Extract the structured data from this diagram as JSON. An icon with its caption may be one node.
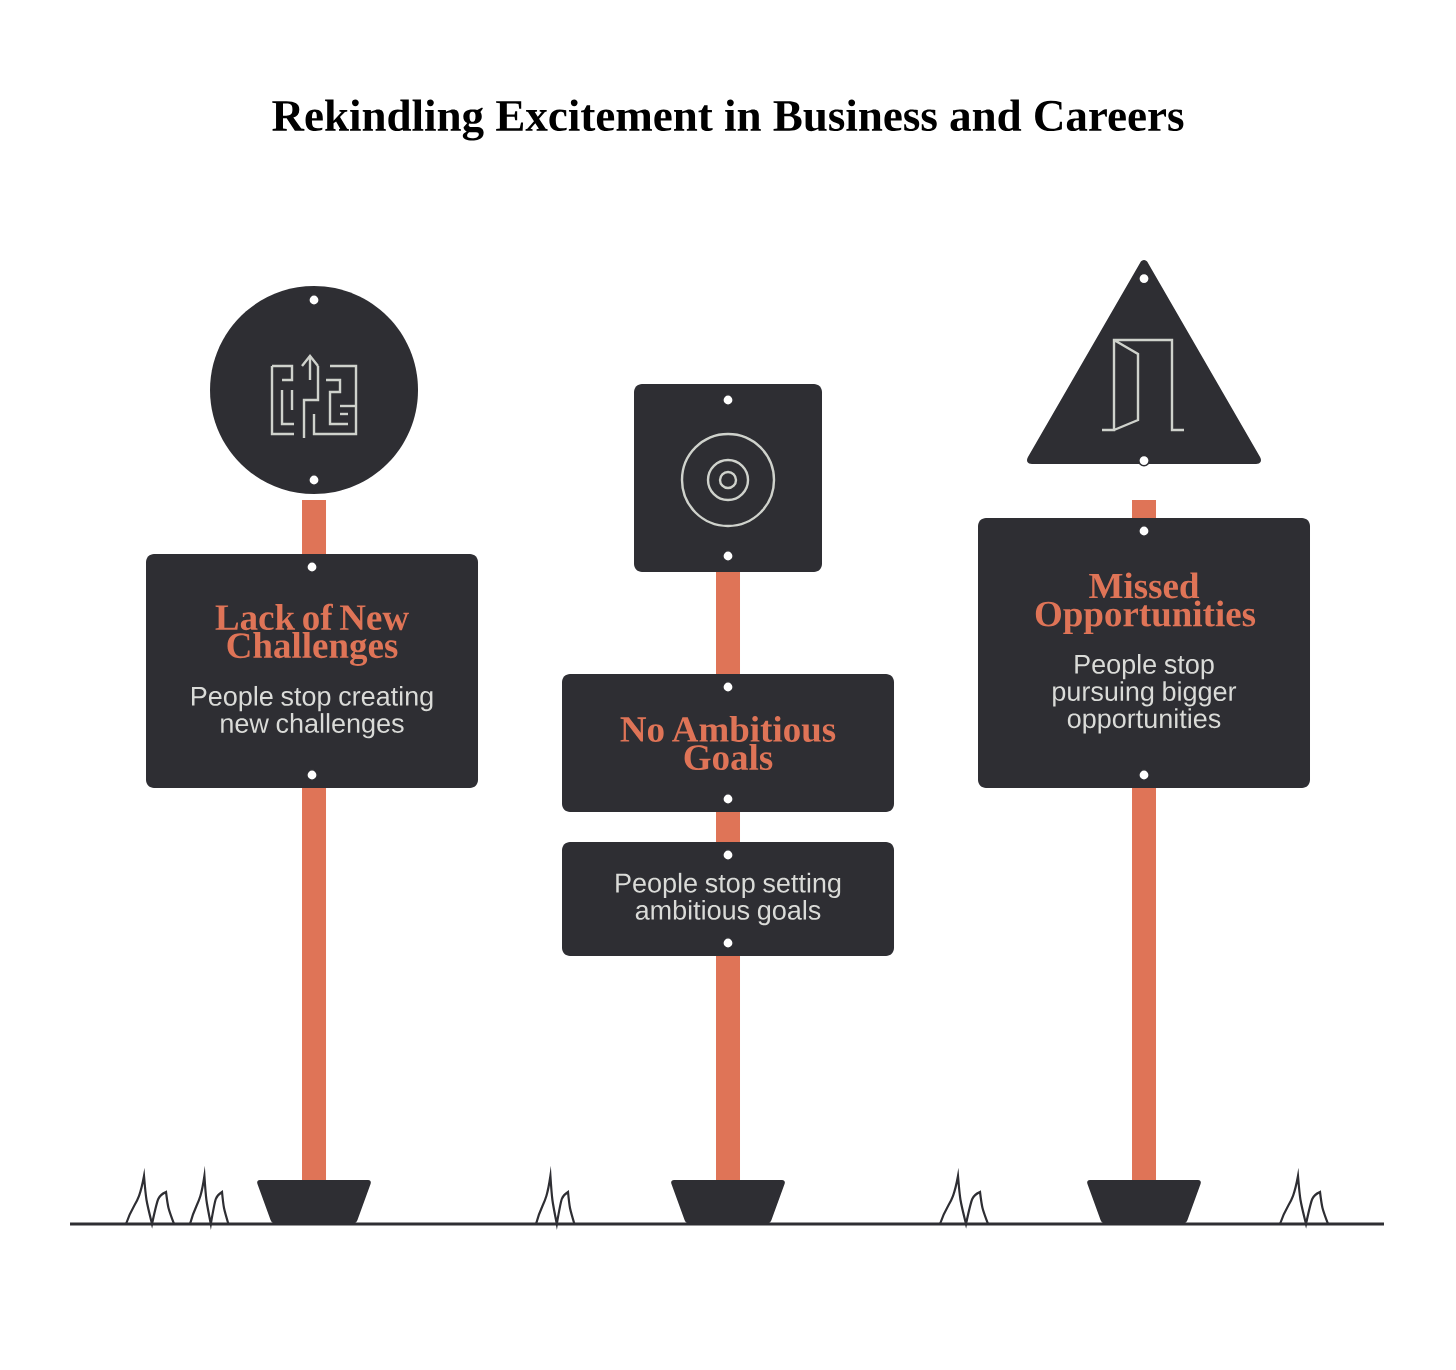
{
  "diagram": {
    "title": "Rekindling Excitement in Business and Careers",
    "nodes": [
      {
        "text": [],
        "shape": "circle"
      },
      {
        "text": [
          "Lack of New Challenges",
          "People stop creating new challenges"
        ]
      },
      {
        "text": [],
        "shape": "box"
      },
      {
        "text": [
          "No Ambitious Goals"
        ]
      },
      {
        "text": [
          "People stop setting ambitious goals"
        ]
      },
      {
        "text": [],
        "shape": "triangle"
      },
      {
        "text": [
          "Missed Opportunities",
          "People stop pursuing bigger opportunities"
        ]
      }
    ]
  }
}
